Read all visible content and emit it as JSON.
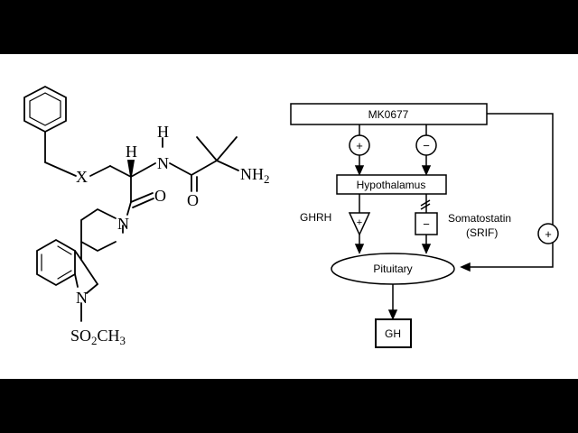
{
  "colors": {
    "letterbox": "#000000",
    "panel": "#ffffff",
    "ink": "#000000"
  },
  "molecule": {
    "atoms": {
      "x": "X",
      "h": "H",
      "nh_h": "H",
      "nh_n": "N",
      "o_amide_upper": "O",
      "nh2": "NH",
      "nh2_sub": "2",
      "o_amide_lower": "O",
      "n_piperidine": "N",
      "n_indoline": "N",
      "so2ch3_a": "SO",
      "so2ch3_sub": "2",
      "so2ch3_b": "CH",
      "so2ch3_sub2": "3"
    }
  },
  "flowchart": {
    "drug": "MK0677",
    "hypothalamus": "Hypothalamus",
    "pituitary": "Pituitary",
    "gh": "GH",
    "ghrh": "GHRH",
    "somatostatin": "Somatostatin",
    "srif": "(SRIF)",
    "plus": "+",
    "minus": "−"
  }
}
